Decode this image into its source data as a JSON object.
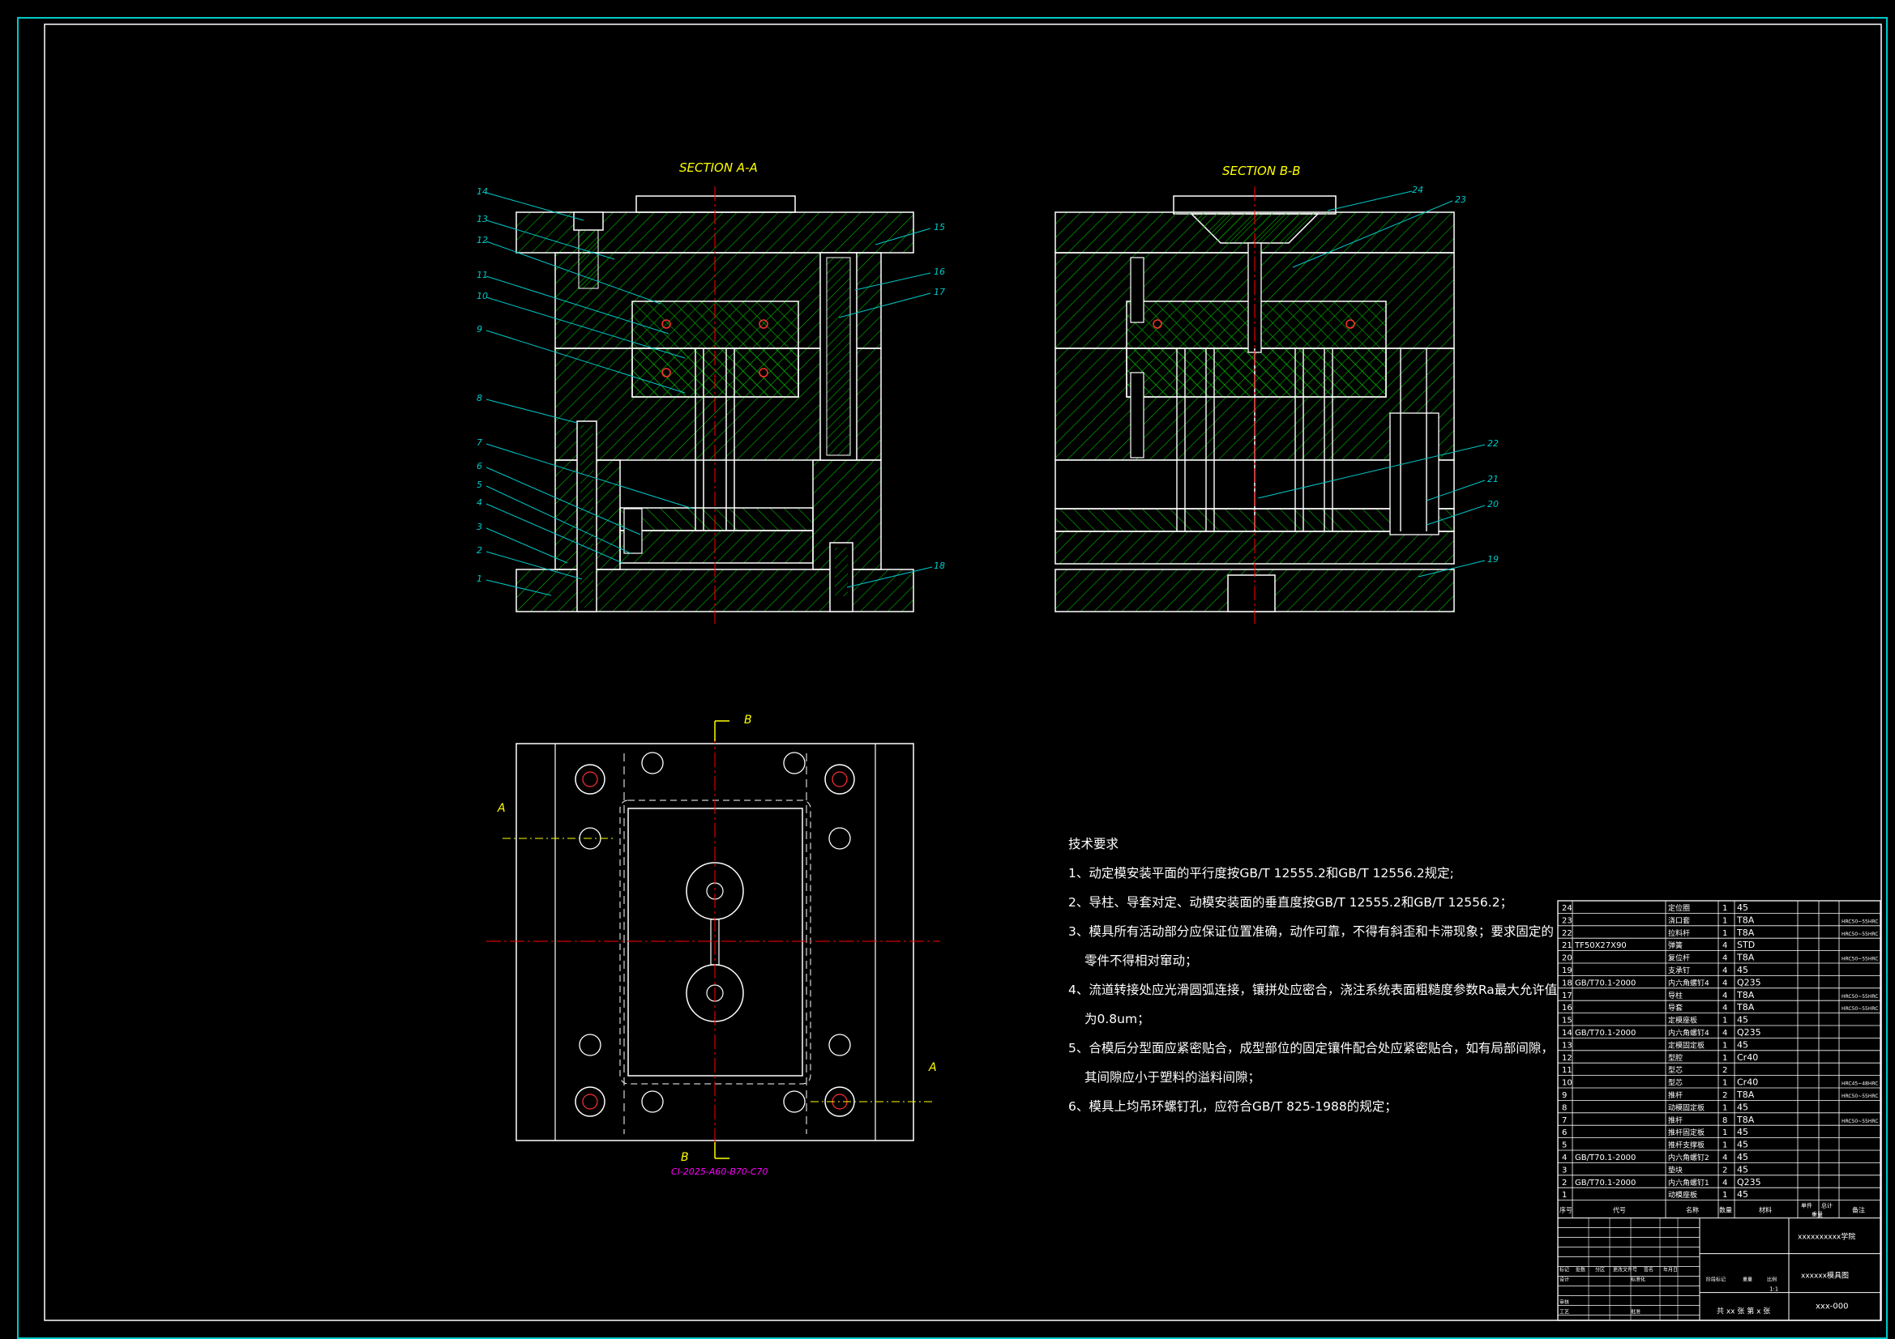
{
  "views": {
    "section_a_title": "SECTION A-A",
    "section_b_title": "SECTION B-B",
    "plan_caption": "CI-2025-A60-B70-C70",
    "cut_a": "A",
    "cut_b": "B"
  },
  "balloons_a": [
    "14",
    "13",
    "12",
    "11",
    "10",
    "9",
    "8",
    "7",
    "6",
    "5",
    "4",
    "3",
    "2",
    "1",
    "15",
    "16",
    "17",
    "18"
  ],
  "balloons_b": [
    "24",
    "23",
    "22",
    "21",
    "20",
    "19"
  ],
  "tech_requirements": {
    "title": "技术要求",
    "items": [
      "1、动定模安装平面的平行度按GB/T 12555.2和GB/T 12556.2规定;",
      "2、导柱、导套对定、动模安装面的垂直度按GB/T 12555.2和GB/T 12556.2；",
      "3、模具所有活动部分应保证位置准确，动作可靠，不得有斜歪和卡滞现象；要求固定的",
      "零件不得相对窜动；",
      "4、流道转接处应光滑圆弧连接，镶拼处应密合，浇注系统表面粗糙度参数Ra最大允许值",
      "为0.8um；",
      "5、合模后分型面应紧密贴合，成型部位的固定镶件配合处应紧密贴合，如有局部间隙，",
      "其间隙应小于塑料的溢料间隙；",
      "6、模具上均吊环螺钉孔，应符合GB/T 825-1988的规定；"
    ]
  },
  "bom": {
    "rows": [
      {
        "no": "24",
        "std": "",
        "name": "定位圈",
        "qty": "1",
        "mat": "45",
        "note": ""
      },
      {
        "no": "23",
        "std": "",
        "name": "浇口套",
        "qty": "1",
        "mat": "T8A",
        "note": "HRC50~55HRC"
      },
      {
        "no": "22",
        "std": "",
        "name": "拉料杆",
        "qty": "1",
        "mat": "T8A",
        "note": "HRC50~55HRC"
      },
      {
        "no": "21",
        "std": "TF50X27X90",
        "name": "弹簧",
        "qty": "4",
        "mat": "STD",
        "note": ""
      },
      {
        "no": "20",
        "std": "",
        "name": "复位杆",
        "qty": "4",
        "mat": "T8A",
        "note": "HRC50~55HRC"
      },
      {
        "no": "19",
        "std": "",
        "name": "支承钉",
        "qty": "4",
        "mat": "45",
        "note": ""
      },
      {
        "no": "18",
        "std": "GB/T70.1-2000",
        "name": "内六角螺钉4",
        "qty": "4",
        "mat": "Q235",
        "note": ""
      },
      {
        "no": "17",
        "std": "",
        "name": "导柱",
        "qty": "4",
        "mat": "T8A",
        "note": "HRC50~55HRC"
      },
      {
        "no": "16",
        "std": "",
        "name": "导套",
        "qty": "4",
        "mat": "T8A",
        "note": "HRC50~55HRC"
      },
      {
        "no": "15",
        "std": "",
        "name": "定模座板",
        "qty": "1",
        "mat": "45",
        "note": ""
      },
      {
        "no": "14",
        "std": "GB/T70.1-2000",
        "name": "内六角螺钉4",
        "qty": "4",
        "mat": "Q235",
        "note": ""
      },
      {
        "no": "13",
        "std": "",
        "name": "定模固定板",
        "qty": "1",
        "mat": "45",
        "note": ""
      },
      {
        "no": "12",
        "std": "",
        "name": "型腔",
        "qty": "1",
        "mat": "Cr40",
        "note": ""
      },
      {
        "no": "11",
        "std": "",
        "name": "型芯",
        "qty": "2",
        "mat": "",
        "note": ""
      },
      {
        "no": "10",
        "std": "",
        "name": "型芯",
        "qty": "1",
        "mat": "Cr40",
        "note": "HRC45~48HRC"
      },
      {
        "no": "9",
        "std": "",
        "name": "推杆",
        "qty": "2",
        "mat": "T8A",
        "note": "HRC50~55HRC"
      },
      {
        "no": "8",
        "std": "",
        "name": "动模固定板",
        "qty": "1",
        "mat": "45",
        "note": ""
      },
      {
        "no": "7",
        "std": "",
        "name": "推杆",
        "qty": "8",
        "mat": "T8A",
        "note": "HRC50~55HRC"
      },
      {
        "no": "6",
        "std": "",
        "name": "推杆固定板",
        "qty": "1",
        "mat": "45",
        "note": ""
      },
      {
        "no": "5",
        "std": "",
        "name": "推杆支撑板",
        "qty": "1",
        "mat": "45",
        "note": ""
      },
      {
        "no": "4",
        "std": "GB/T70.1-2000",
        "name": "内六角螺钉2",
        "qty": "4",
        "mat": "45",
        "note": ""
      },
      {
        "no": "3",
        "std": "",
        "name": "垫块",
        "qty": "2",
        "mat": "45",
        "note": ""
      },
      {
        "no": "2",
        "std": "GB/T70.1-2000",
        "name": "内六角螺钉1",
        "qty": "4",
        "mat": "Q235",
        "note": ""
      },
      {
        "no": "1",
        "std": "",
        "name": "动模座板",
        "qty": "1",
        "mat": "45",
        "note": ""
      }
    ],
    "header": {
      "no": "序号",
      "std": "代号",
      "name": "名称",
      "qty": "数量",
      "mat": "材料",
      "unit_weight": "单件",
      "total_weight": "总计",
      "weight": "重量",
      "note": "备注"
    }
  },
  "title_block": {
    "school": "xxxxxxxxxx学院",
    "drawing_name": "xxxxxx模具图",
    "drawing_no": "xxx-000",
    "scale": "1:1",
    "sheets": "共 xx 张   第 x 张",
    "labels": {
      "mark": "标记",
      "count": "处数",
      "zone": "分区",
      "change_no": "更改文件号",
      "sign": "签名",
      "date": "年月日",
      "design": "设计",
      "standard": "标准化",
      "stage": "阶段标记",
      "weight": "重量",
      "ratio": "比例",
      "review": "审核",
      "process": "工艺",
      "approve": "批准"
    }
  },
  "colors": {
    "background": "#000000",
    "outline": "#ffffff",
    "hatch": "#00b000",
    "center_line": "#ff0000",
    "leader": "#00c8c8",
    "title_text": "#ffff00",
    "caption": "#ff00ff",
    "frame": "#00c8c8"
  }
}
